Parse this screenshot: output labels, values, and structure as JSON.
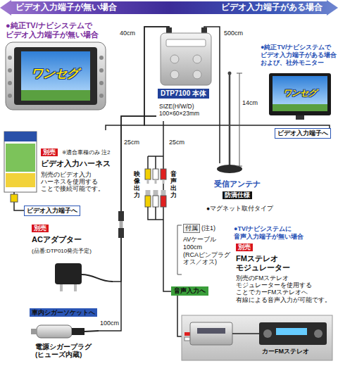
{
  "diagram": {
    "nodes": [
      {
        "text": [
          "ビデオ入力端子が無い場合",
          "ビデオ入力端子がある場合"
        ]
      },
      {
        "text": [
          "●純正TV/ナビシステムで ビデオ入力端子が無い場合"
        ]
      },
      {
        "text": [
          "DTP7100 本体",
          "SIZE(H/W/D) 100×60×23mm"
        ]
      },
      {
        "text": [
          "受信アンテナ",
          "防滴仕様",
          "●マグネット取付タイプ"
        ]
      },
      {
        "text": [
          "●純正TV/ナビシステムで ビデオ入力端子がある場合 および、社外モニター"
        ]
      },
      {
        "text": [
          "ビデオ入力端子へ"
        ]
      },
      {
        "text": [
          "別売",
          "※適合車種のみ 注2",
          "ビデオ入力ハーネス",
          "別売のビデオ入力 ハーネスを使用する ことで接続可能です。"
        ]
      },
      {
        "text": [
          "ビデオ入力端子へ"
        ]
      },
      {
        "text": [
          "別売",
          "ACアダプター",
          "(品番:DTP010発売予定)"
        ]
      },
      {
        "text": [
          "付属",
          "(注1)",
          "AVケーブル 100cm (RCAピンプラグ オス／オス)"
        ]
      },
      {
        "text": [
          "車内シガーソケットへ"
        ]
      },
      {
        "text": [
          "電源シガープラグ (ヒューズ内蔵)"
        ]
      },
      {
        "text": [
          "●TV/ナビシステムに 音声入力端子が無い場合",
          "別売",
          "FMステレオ モジュレーター",
          "別売のFMステレオ モジュレーターを使用する ことでカーFMステレオへ 有線による音声入力が可能です。"
        ]
      },
      {
        "text": [
          "音声入力へ"
        ]
      },
      {
        "text": [
          "カーFMステレオ"
        ]
      }
    ],
    "edges": [
      {
        "from": 2,
        "to": 3,
        "arrow": "none"
      },
      {
        "from": 2,
        "to": 5,
        "arrow": "none"
      },
      {
        "from": 2,
        "to": 6,
        "arrow": "none"
      },
      {
        "from": 6,
        "to": 7,
        "arrow": "none"
      },
      {
        "from": 2,
        "to": 8,
        "arrow": "none"
      },
      {
        "from": 11,
        "to": 2,
        "arrow": "none"
      },
      {
        "from": 2,
        "to": 13,
        "arrow": "none"
      },
      {
        "from": 13,
        "to": 14,
        "arrow": "none"
      }
    ],
    "labels": [
      "40cm",
      "500cm",
      "14cm",
      "25cm",
      "25cm",
      "映像出力",
      "音声出力",
      "100cm",
      "ワンセグ",
      "ワンセグ"
    ]
  }
}
